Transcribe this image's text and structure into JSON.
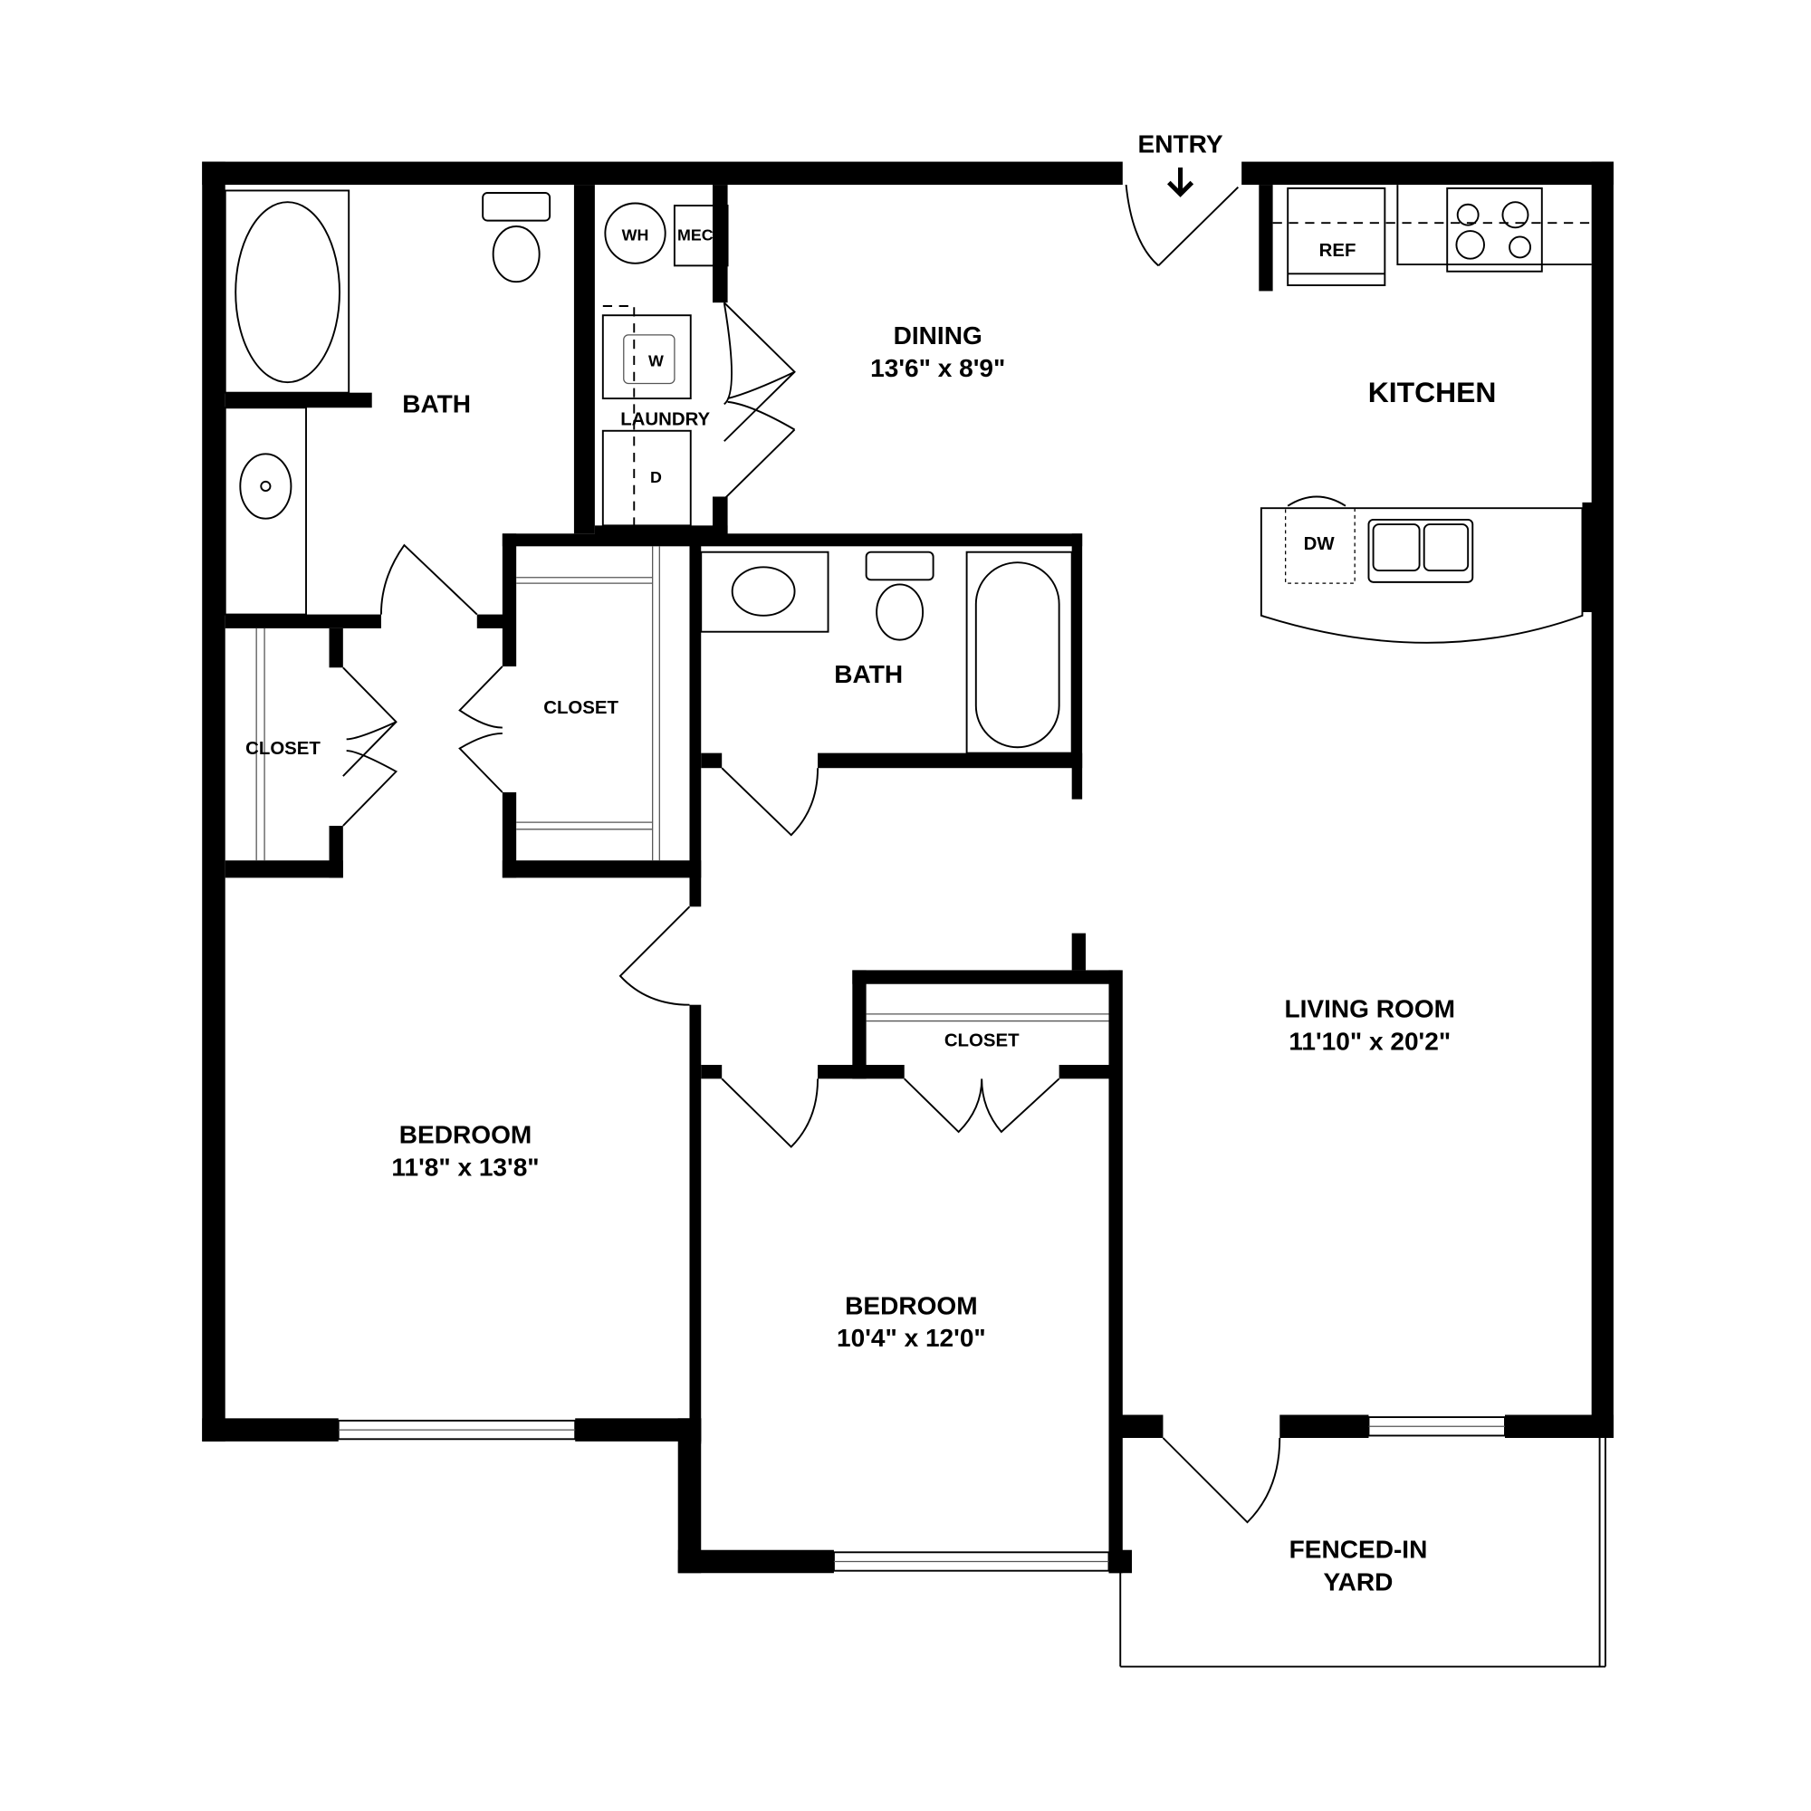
{
  "plan": {
    "entry": "ENTRY",
    "rooms": {
      "dining": {
        "name": "DINING",
        "size": "13'6\" x 8'9\""
      },
      "kitchen": {
        "name": "KITCHEN"
      },
      "master_bath": {
        "name": "BATH"
      },
      "bath2": {
        "name": "BATH"
      },
      "laundry": {
        "name": "LAUNDRY"
      },
      "closet_left": {
        "name": "CLOSET"
      },
      "closet_mid": {
        "name": "CLOSET"
      },
      "closet_bed2": {
        "name": "CLOSET"
      },
      "living": {
        "name": "LIVING ROOM",
        "size": "11'10\" x 20'2\""
      },
      "bedroom1": {
        "name": "BEDROOM",
        "size": "11'8\" x 13'8\""
      },
      "bedroom2": {
        "name": "BEDROOM",
        "size": "10'4\" x 12'0\""
      },
      "yard": {
        "line1": "FENCED-IN",
        "line2": "YARD"
      }
    },
    "fixtures": {
      "wh": "WH",
      "mech": "MECH",
      "washer": "W",
      "dryer": "D",
      "ref": "REF",
      "dw": "DW"
    }
  }
}
